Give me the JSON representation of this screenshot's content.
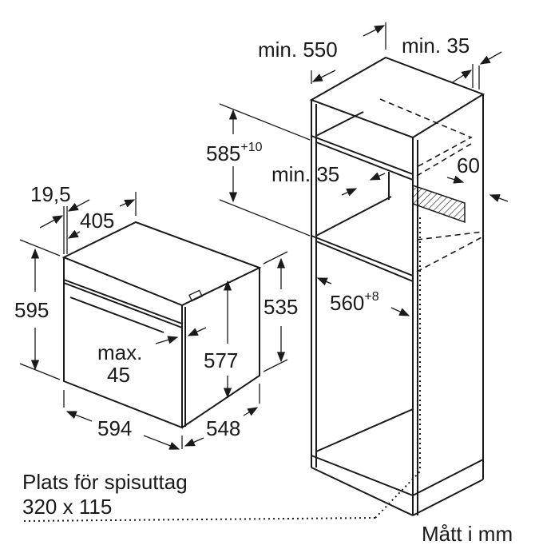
{
  "units_note": "Mått i mm",
  "cabinet": {
    "depth": "min. 550",
    "rear_gap": "min. 35",
    "height_base": "585",
    "height_tol": "+10",
    "vent_gap": "min. 35",
    "vent_depth": "60",
    "width_base": "560",
    "width_tol": "+8"
  },
  "oven": {
    "front_offset": "19,5",
    "top_depth": "405",
    "height": "595",
    "side_height": "535",
    "door_max_label": "max.",
    "door_max_value": "45",
    "body_height": "577",
    "width": "594",
    "depth": "548"
  },
  "socket_note": {
    "line1": "Plats för spisuttag",
    "line2": "320 x 115"
  }
}
